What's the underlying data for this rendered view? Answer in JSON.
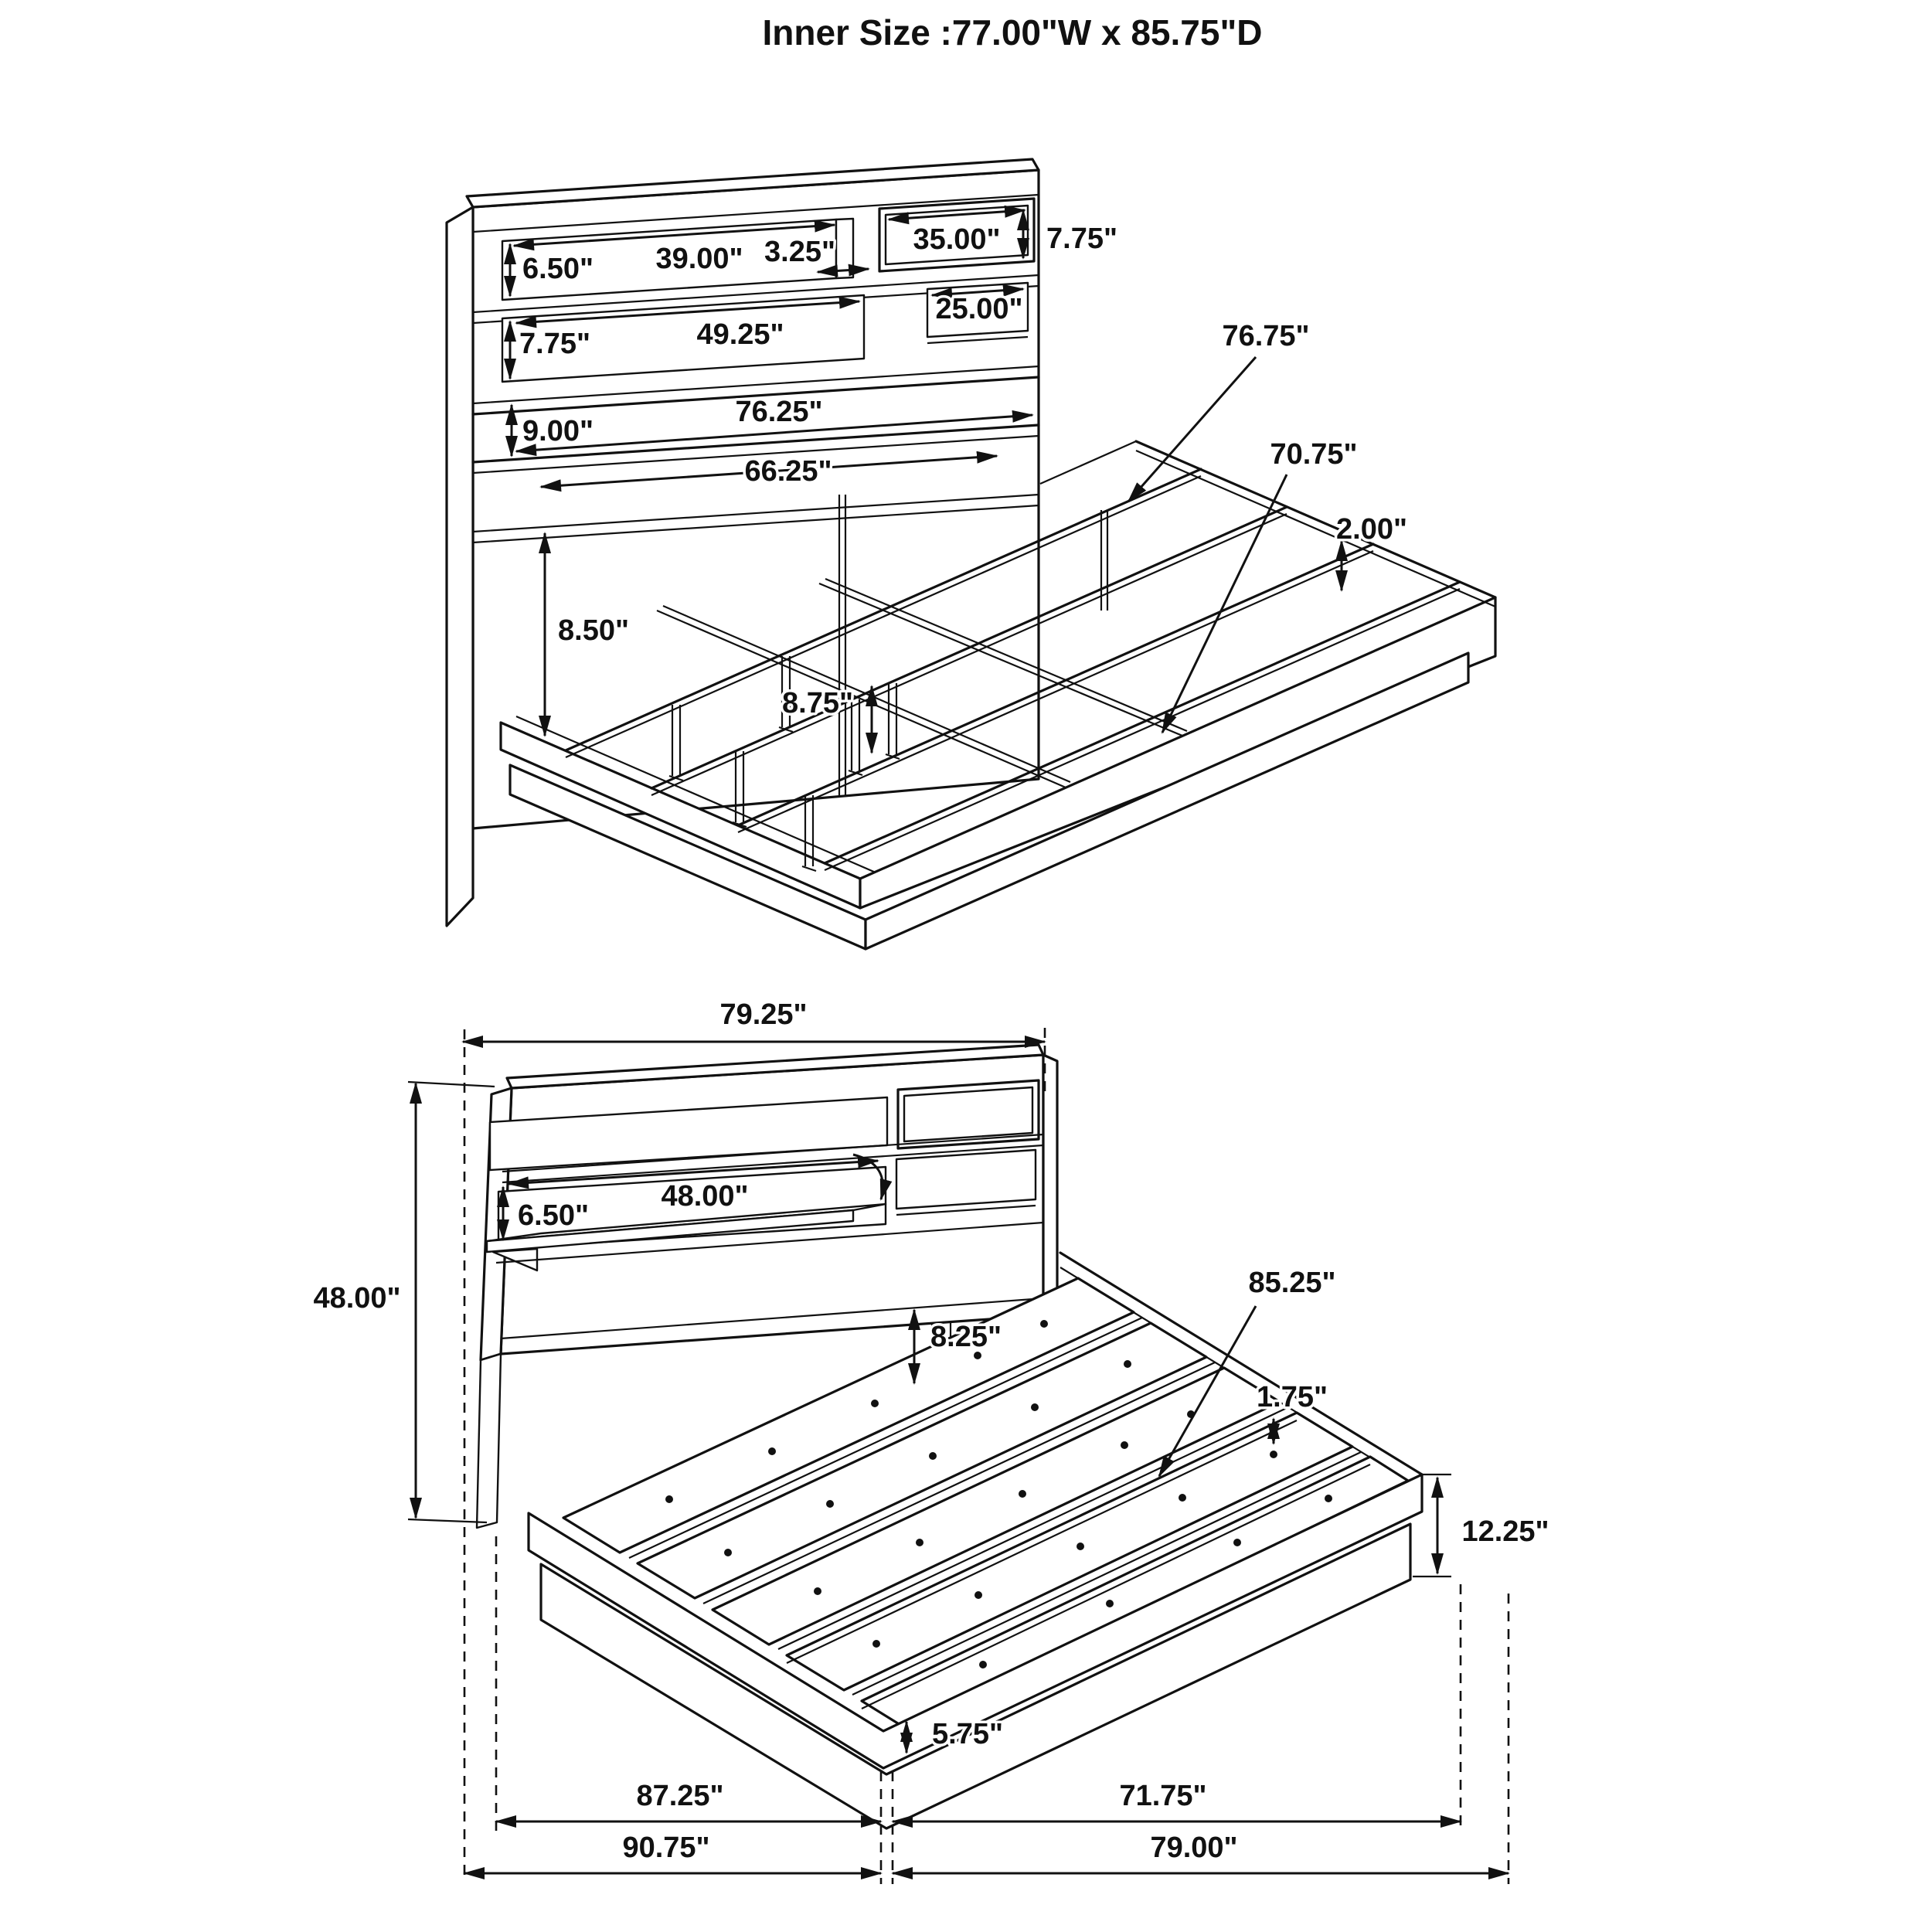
{
  "title": "Inner Size :77.00\"W x 85.75\"D",
  "views": [
    {
      "name": "bed-frame-perspective-slat-view",
      "dims": {
        "shelf1_height": "6.50\"",
        "shelf1_width": "39.00\"",
        "divider_width": "3.25\"",
        "cubby_width": "35.00\"",
        "cubby_height": "7.75\"",
        "niche_width": "25.00\"",
        "shelf2_height": "7.75\"",
        "shelf2_width": "49.25\"",
        "band_height": "9.00\"",
        "band_width": "76.25\"",
        "lower_width": "66.25\"",
        "rail_gap_height": "8.50\"",
        "leg_height": "8.75\"",
        "side_rail_length": "76.75\"",
        "center_rail_length": "70.75\"",
        "rail_thickness": "2.00\""
      }
    },
    {
      "name": "bed-frame-front-platform-view",
      "dims": {
        "headboard_width": "79.25\"",
        "headboard_height": "48.00\"",
        "door_opening_width": "48.00\"",
        "door_opening_height": "6.50\"",
        "leg_clearance": "8.25\"",
        "slat_platform_length": "85.25\"",
        "slat_thickness": "1.75\"",
        "platform_side_height": "12.25\"",
        "base_tip_height": "5.75\"",
        "inner_length_left": "87.25\"",
        "inner_width_right": "71.75\"",
        "outer_length_left": "90.75\"",
        "outer_width_right": "79.00\""
      }
    }
  ]
}
